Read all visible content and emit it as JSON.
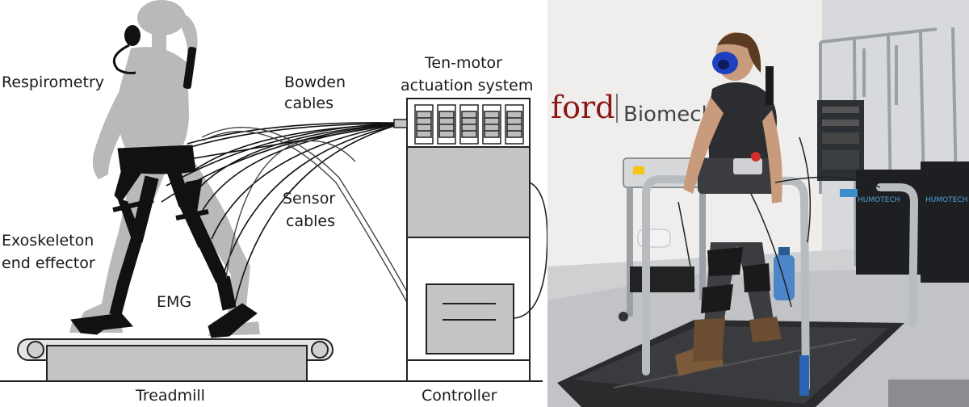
{
  "diagram": {
    "labels": {
      "respirometry": "Respirometry",
      "bowden_line1": "Bowden",
      "bowden_line2": "cables",
      "motor_line1": "Ten-motor",
      "motor_line2": "actuation system",
      "sensor_line1": "Sensor",
      "sensor_line2": "cables",
      "exo_line1": "Exoskeleton",
      "exo_line2": "end effector",
      "emg": "EMG",
      "treadmill": "Treadmill",
      "controller": "Controller"
    }
  },
  "photo": {
    "wall_sign_part1": "ford",
    "wall_sign_part2": "Biomecha",
    "rack_sign_left": "HUMOTECH",
    "rack_sign_right": "HUMOTECH"
  },
  "colors": {
    "silhouette": "#b9b9b9",
    "exoskeleton": "#111111",
    "housing_gray": "#c4c4c4",
    "wall_logo_red": "#8c1515",
    "mask_blue": "#1f3fbf"
  }
}
